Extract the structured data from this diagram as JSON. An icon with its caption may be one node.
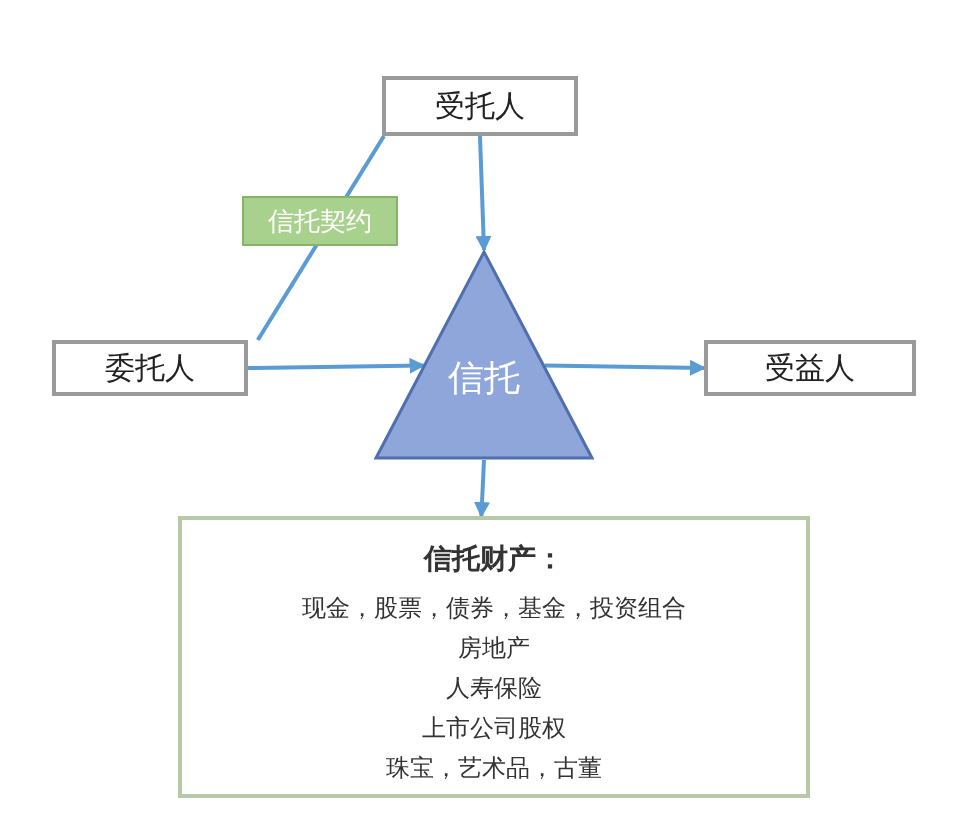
{
  "diagram": {
    "nodes": [
      {
        "text": [
          "受托人"
        ]
      },
      {
        "text": [
          "委托人"
        ]
      },
      {
        "text": [
          "信托"
        ]
      },
      {
        "text": [
          "受益人"
        ]
      },
      {
        "text": [
          "信托财产：",
          "现金，股票，债券，基金，投资组合",
          "房地产",
          "人寿保险",
          "上市公司股权",
          "珠宝，艺术品，古董"
        ]
      }
    ],
    "edges": [
      {
        "from": 0,
        "to": 2,
        "arrow": "to"
      },
      {
        "from": 1,
        "to": 0,
        "arrow": "none",
        "label": "信托契约"
      },
      {
        "from": 1,
        "to": 2,
        "arrow": "to"
      },
      {
        "from": 2,
        "to": 3,
        "arrow": "to"
      },
      {
        "from": 2,
        "to": 4,
        "arrow": "to"
      }
    ]
  }
}
